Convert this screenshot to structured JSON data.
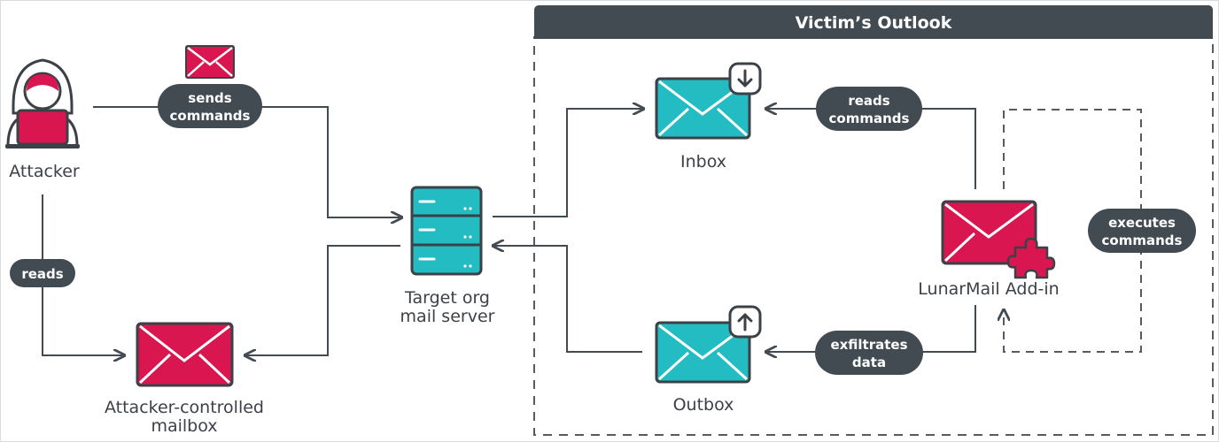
{
  "title": "Victim’s Outlook",
  "nodes": {
    "attacker": "Attacker",
    "attacker_mailbox": [
      "Attacker-controlled",
      "mailbox"
    ],
    "mail_server": [
      "Target org",
      "mail server"
    ],
    "inbox": "Inbox",
    "outbox": "Outbox",
    "addin": "LunarMail Add-in"
  },
  "edges": {
    "sends_commands": [
      "sends",
      "commands"
    ],
    "reads": "reads",
    "reads_commands": [
      "reads",
      "commands"
    ],
    "exfiltrates_data": [
      "exfiltrates",
      "data"
    ],
    "executes_commands": [
      "executes",
      "commands"
    ]
  },
  "colors": {
    "dark": "#434b52",
    "pink": "#d9164f",
    "teal": "#22bcc2",
    "outline": "#3c4147",
    "dashed": "#555b61"
  },
  "icons": {
    "attacker": "hacker-icon",
    "envelope": "envelope-icon",
    "server": "server-icon",
    "download": "arrow-down-circle-icon",
    "upload": "arrow-up-circle-icon",
    "puzzle": "puzzle-piece-icon"
  }
}
